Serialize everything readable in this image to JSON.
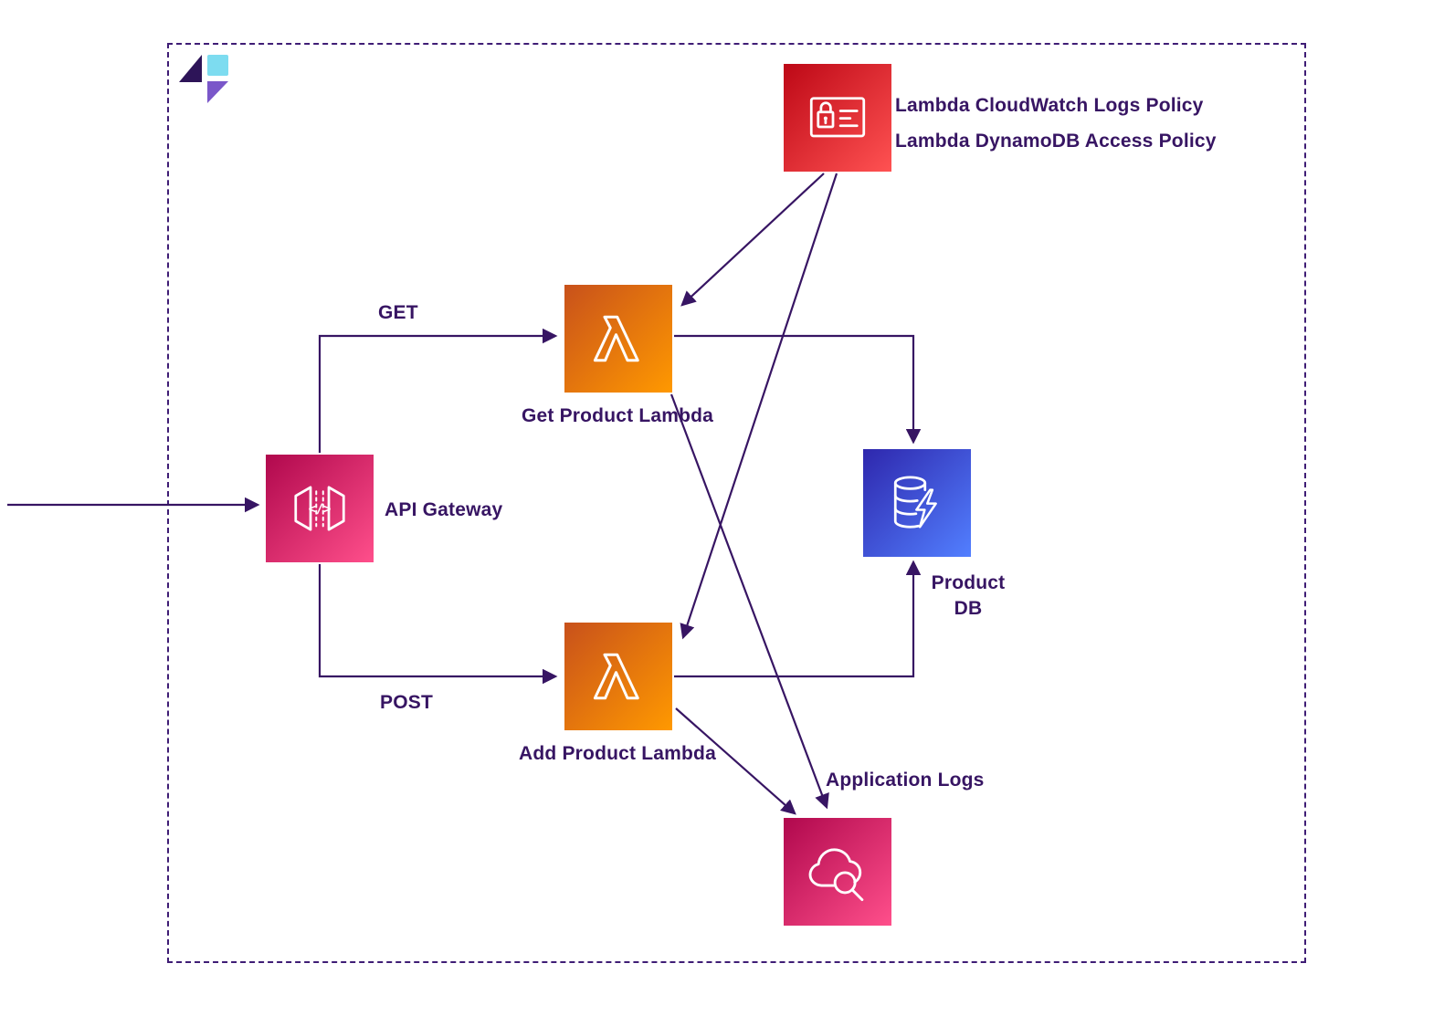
{
  "diagram": {
    "kind": "aws-architecture-diagram"
  },
  "nodes": {
    "iam_policies": {
      "icon": "iam-policy-icon",
      "labels": [
        "Lambda CloudWatch Logs Policy",
        "Lambda DynamoDB Access Policy"
      ]
    },
    "api_gateway": {
      "icon": "api-gateway-icon",
      "label": "API Gateway"
    },
    "get_product_lambda": {
      "icon": "lambda-icon",
      "label": "Get Product Lambda"
    },
    "add_product_lambda": {
      "icon": "lambda-icon",
      "label": "Add Product Lambda"
    },
    "product_db": {
      "icon": "dynamodb-icon",
      "label": "Product DB",
      "label_lines": [
        "Product",
        "DB"
      ]
    },
    "application_logs": {
      "icon": "cloudwatch-icon",
      "label": "Application Logs"
    }
  },
  "connections": [
    {
      "from": "external",
      "to": "api_gateway"
    },
    {
      "from": "api_gateway",
      "to": "get_product_lambda",
      "label": "GET"
    },
    {
      "from": "api_gateway",
      "to": "add_product_lambda",
      "label": "POST"
    },
    {
      "from": "iam_policies",
      "to": "get_product_lambda"
    },
    {
      "from": "iam_policies",
      "to": "add_product_lambda"
    },
    {
      "from": "get_product_lambda",
      "to": "product_db"
    },
    {
      "from": "add_product_lambda",
      "to": "product_db"
    },
    {
      "from": "get_product_lambda",
      "to": "application_logs"
    },
    {
      "from": "add_product_lambda",
      "to": "application_logs"
    }
  ],
  "colors": {
    "frame_border": "#3f1d75",
    "arrow": "#371563",
    "text": "#371563",
    "iam_gradient": [
      "#bd0816",
      "#ff5252"
    ],
    "lambda_gradient": [
      "#c8511b",
      "#ff9900"
    ],
    "api_gateway_gradient": [
      "#b0084d",
      "#ff4f8b"
    ],
    "dynamodb_gradient": [
      "#2e27ad",
      "#527fff"
    ],
    "cloudwatch_gradient": [
      "#b0084d",
      "#ff4f8b"
    ],
    "logo": [
      "#2d1458",
      "#7ddcf0",
      "#7a57c9"
    ]
  }
}
